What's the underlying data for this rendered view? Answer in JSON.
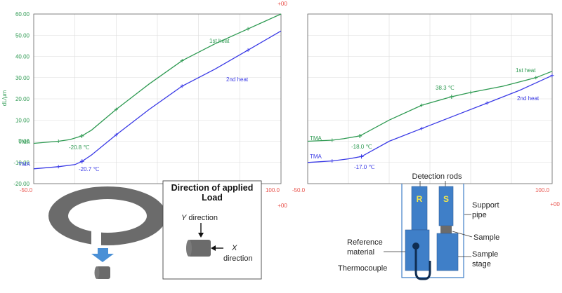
{
  "chart_data": [
    {
      "type": "line",
      "x_axis": {
        "range": [
          -50,
          100
        ],
        "tick_labels": [
          "-50.0",
          "100.0"
        ],
        "multiplier_label": "+00"
      },
      "y_axis": {
        "label": "dL/µm",
        "range": [
          -20,
          60
        ],
        "tick_labels": [
          "60.00",
          "50.00",
          "40.00",
          "30.00",
          "20.00",
          "10.00",
          "0.00",
          "-10.00",
          "-20.00"
        ],
        "multiplier_label": "+00"
      },
      "grid": true,
      "series": [
        {
          "name": "1st heat",
          "color": "#2e9a52",
          "tag": "TMA",
          "x": [
            -50,
            -35,
            -28,
            -20.8,
            -15,
            0,
            20,
            40,
            60,
            80,
            100
          ],
          "y": [
            -1,
            0,
            0.8,
            2.5,
            5.2,
            15,
            27,
            38,
            46,
            53,
            60
          ]
        },
        {
          "name": "2nd heat",
          "color": "#3a3ae6",
          "tag": "TMA",
          "x": [
            -50,
            -35,
            -25,
            -20.7,
            -15,
            0,
            20,
            40,
            60,
            80,
            100
          ],
          "y": [
            -13,
            -12,
            -11,
            -9.5,
            -6.5,
            3,
            15,
            26,
            34,
            43,
            52
          ]
        }
      ],
      "annotations": [
        {
          "text": "-20.8 ℃",
          "x": -20.8,
          "y": 2.5,
          "series": 0
        },
        {
          "text": "-20.7 ℃",
          "x": -20.7,
          "y": -9.5,
          "series": 1
        }
      ]
    },
    {
      "type": "line",
      "x_axis": {
        "range": [
          -50,
          100
        ],
        "tick_labels": [
          "-50.0",
          "100.0"
        ],
        "multiplier_label": "+00"
      },
      "y_axis": {
        "range": [
          -20,
          60
        ]
      },
      "grid": true,
      "series": [
        {
          "name": "1st heat",
          "color": "#2e9a52",
          "tag": "TMA",
          "x": [
            -50,
            -35,
            -28,
            -18,
            0,
            20,
            38.3,
            50,
            70,
            90,
            100
          ],
          "y": [
            0,
            0.5,
            1.2,
            2.5,
            10,
            17,
            21,
            23,
            26,
            30,
            33
          ]
        },
        {
          "name": "2nd heat",
          "color": "#3a3ae6",
          "tag": "TMA",
          "x": [
            -50,
            -35,
            -25,
            -17,
            0,
            20,
            40,
            60,
            80,
            100
          ],
          "y": [
            -10,
            -9.3,
            -8.3,
            -7.2,
            0,
            6,
            12,
            18,
            24,
            31
          ]
        }
      ],
      "annotations": [
        {
          "text": "-18.0 ℃",
          "x": -18,
          "y": 2.5,
          "series": 0
        },
        {
          "text": "38.3 ℃",
          "x": 38.3,
          "y": 21,
          "series": 0
        },
        {
          "text": "-17.0 ℃",
          "x": -17,
          "y": -7.2,
          "series": 1
        }
      ]
    }
  ],
  "load_box": {
    "title": "Direction of applied Load",
    "y_label_italic": "Y",
    "y_label_rest": " direction",
    "x_label_italic": "X",
    "x_label_rest": "direction"
  },
  "apparatus": {
    "detection_rods": "Detection rods",
    "support_pipe_1": "Support",
    "support_pipe_2": "pipe",
    "sample": "Sample",
    "sample_stage_1": "Sample",
    "sample_stage_2": "stage",
    "reference_1": "Reference",
    "reference_2": "material",
    "thermocouple": "Thermocouple",
    "rod_r": "R",
    "rod_s": "S"
  },
  "colors": {
    "green": "#2e9a52",
    "blue": "#3a3ae6",
    "red": "#e8514a",
    "rod": "#3f7fc8",
    "ring": "#6b6b6b"
  }
}
